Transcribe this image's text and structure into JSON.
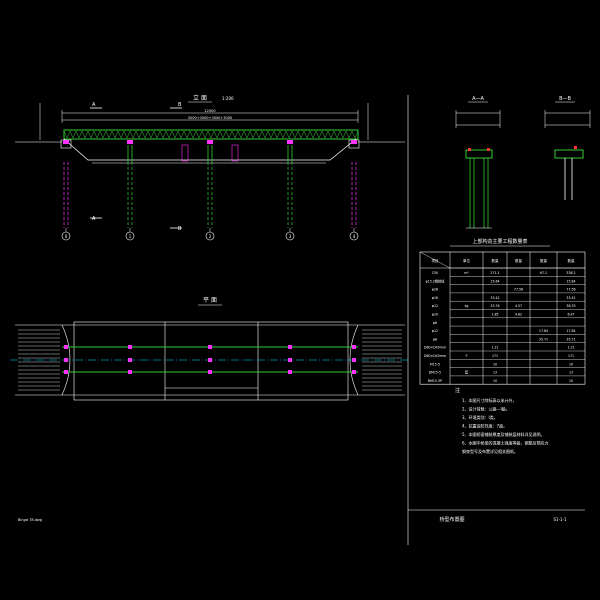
{
  "drawing": {
    "elevation_title": "立 面",
    "elevation_scale": "1:200",
    "plan_title": "平 面",
    "section_aa_title": "A—A",
    "section_bb_title": "B—B",
    "section_a_mark": "A",
    "section_b_mark": "B",
    "span_total": "12000",
    "span_detail": "3000+3000+3000+3000",
    "pier_numbers": [
      "0",
      "1",
      "2",
      "3",
      "4"
    ],
    "table_title": "上部构造主要工程数量表",
    "table_header": [
      "项目",
      "单位",
      "数量",
      "数量",
      "数量",
      "数量"
    ],
    "table_rows": [
      [
        "C50",
        "m³",
        "271.1",
        "",
        "67.1",
        "338.2"
      ],
      [
        "φ15.2钢绞线",
        "",
        "15.64",
        "",
        "",
        "15.64"
      ],
      [
        "φ28",
        "",
        "",
        "77.56",
        "",
        "77.56"
      ],
      [
        "φ16",
        "",
        "33.42",
        "",
        "",
        "33.42"
      ],
      [
        "φ12",
        "kg",
        "33.76",
        "4.57",
        "",
        "38.33"
      ],
      [
        "φ10",
        "",
        "1.85",
        "4.62",
        "",
        "6.47"
      ],
      [
        "φ8",
        "",
        "",
        "",
        "",
        ""
      ],
      [
        "φ12",
        "",
        "",
        "",
        "17.84",
        "17.84"
      ],
      [
        "φ8",
        "",
        "",
        "",
        "35.71",
        "35.71"
      ],
      [
        "D80×D40mm",
        "",
        "1.21",
        "",
        "",
        "1.21"
      ],
      [
        "D80×D40mm",
        "个",
        "171",
        "",
        "",
        "171"
      ],
      [
        "M15-5",
        "",
        "10",
        "",
        "",
        "10"
      ],
      [
        "BM15-5",
        "套",
        "13",
        "",
        "",
        "13"
      ],
      [
        "BM15-5P",
        "",
        "10",
        "",
        "",
        "10"
      ]
    ],
    "notes_heading": "注",
    "notes": [
      "1、本图尺寸除标高以米计外，",
      "2、设计荷载：公路—I级。",
      "3、环境类别：I类。",
      "4、抗震设防烈度：7度。",
      "5、本图桥面铺装厚度及铺装层材料详见说明。",
      "6、本图中桥梁的混凝土强度等级，钢筋及预应力",
      "   钢束型号及布置详见相关图纸。"
    ],
    "sheet_title": "桥型布置图",
    "sheet_number": "S1-1-1",
    "file_name": "Bingd 78.dwg"
  }
}
